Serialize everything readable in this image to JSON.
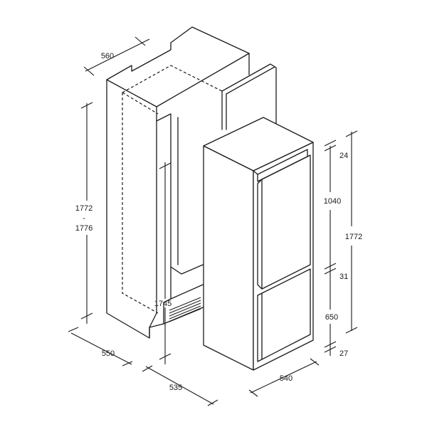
{
  "dimensions": {
    "niche_depth_top": "560",
    "niche_height_a": "1772",
    "niche_height_sep": "-",
    "niche_height_b": "1776",
    "niche_depth_bottom": "550",
    "inner_height": "1745",
    "appliance_depth": "535",
    "appliance_width": "540",
    "gap_top": "24",
    "upper_door": "1040",
    "gap_middle": "31",
    "lower_door": "650",
    "gap_bottom": "27",
    "appliance_height": "1772"
  }
}
